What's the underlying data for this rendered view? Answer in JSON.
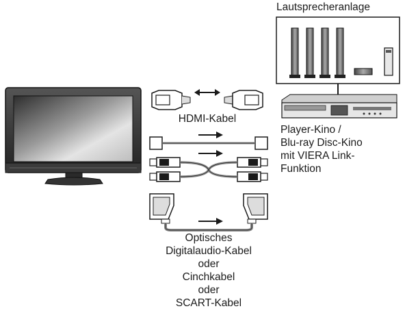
{
  "labels": {
    "speaker_system": "Lautsprecheranlage",
    "hdmi_cable": "HDMI-Kabel",
    "player_line1": "Player-Kino /",
    "player_line2": "Blu-ray Disc-Kino",
    "player_line3": "mit VIERA Link-",
    "player_line4": "Funktion",
    "cable_line1": "Optisches",
    "cable_line2": "Digitalaudio-Kabel",
    "cable_line3": "oder",
    "cable_line4": "Cinchkabel",
    "cable_line5": "oder",
    "cable_line6": "SCART-Kabel"
  },
  "icons": {
    "tv": "tv-icon",
    "speakers": "speaker-set-icon",
    "player": "blu-ray-player-icon",
    "hdmi": "hdmi-cable-icon",
    "optical": "optical-cable-icon",
    "rca": "rca-cable-icon",
    "scart": "scart-cable-icon"
  },
  "colors": {
    "line": "#1a1a1a",
    "screen_dark": "#3a3a3a",
    "screen_light": "#d8d8d8",
    "cable_gray": "#8a8a8a"
  }
}
